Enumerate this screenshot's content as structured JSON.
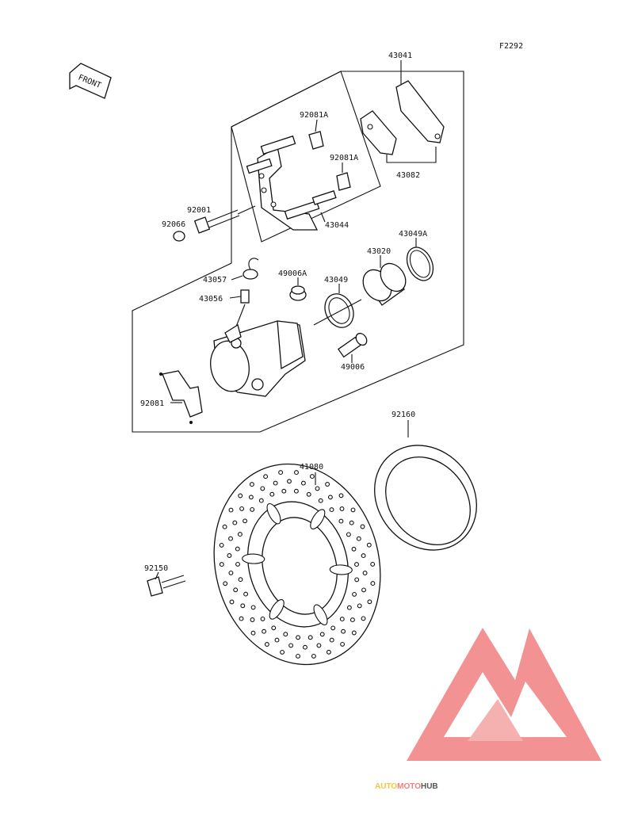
{
  "figure_code": "F2292",
  "front_arrow": "FRONT",
  "parts": [
    {
      "no": "43041"
    },
    {
      "no": "92081A"
    },
    {
      "no": "92081A"
    },
    {
      "no": "43082"
    },
    {
      "no": "92001"
    },
    {
      "no": "92066"
    },
    {
      "no": "43044"
    },
    {
      "no": "43049A"
    },
    {
      "no": "43020"
    },
    {
      "no": "43057"
    },
    {
      "no": "49006A"
    },
    {
      "no": "43049"
    },
    {
      "no": "43056"
    },
    {
      "no": "49006"
    },
    {
      "no": "92081"
    },
    {
      "no": "92160"
    },
    {
      "no": "41080"
    },
    {
      "no": "92150"
    }
  ],
  "watermark": {
    "brand_part_1": "AUTO",
    "brand_part_2": "MOTO",
    "brand_part_3": "HUB",
    "colors": {
      "logo": "#f08080",
      "auto": "#f5c542",
      "moto": "#f08080",
      "hub": "#555555"
    }
  }
}
